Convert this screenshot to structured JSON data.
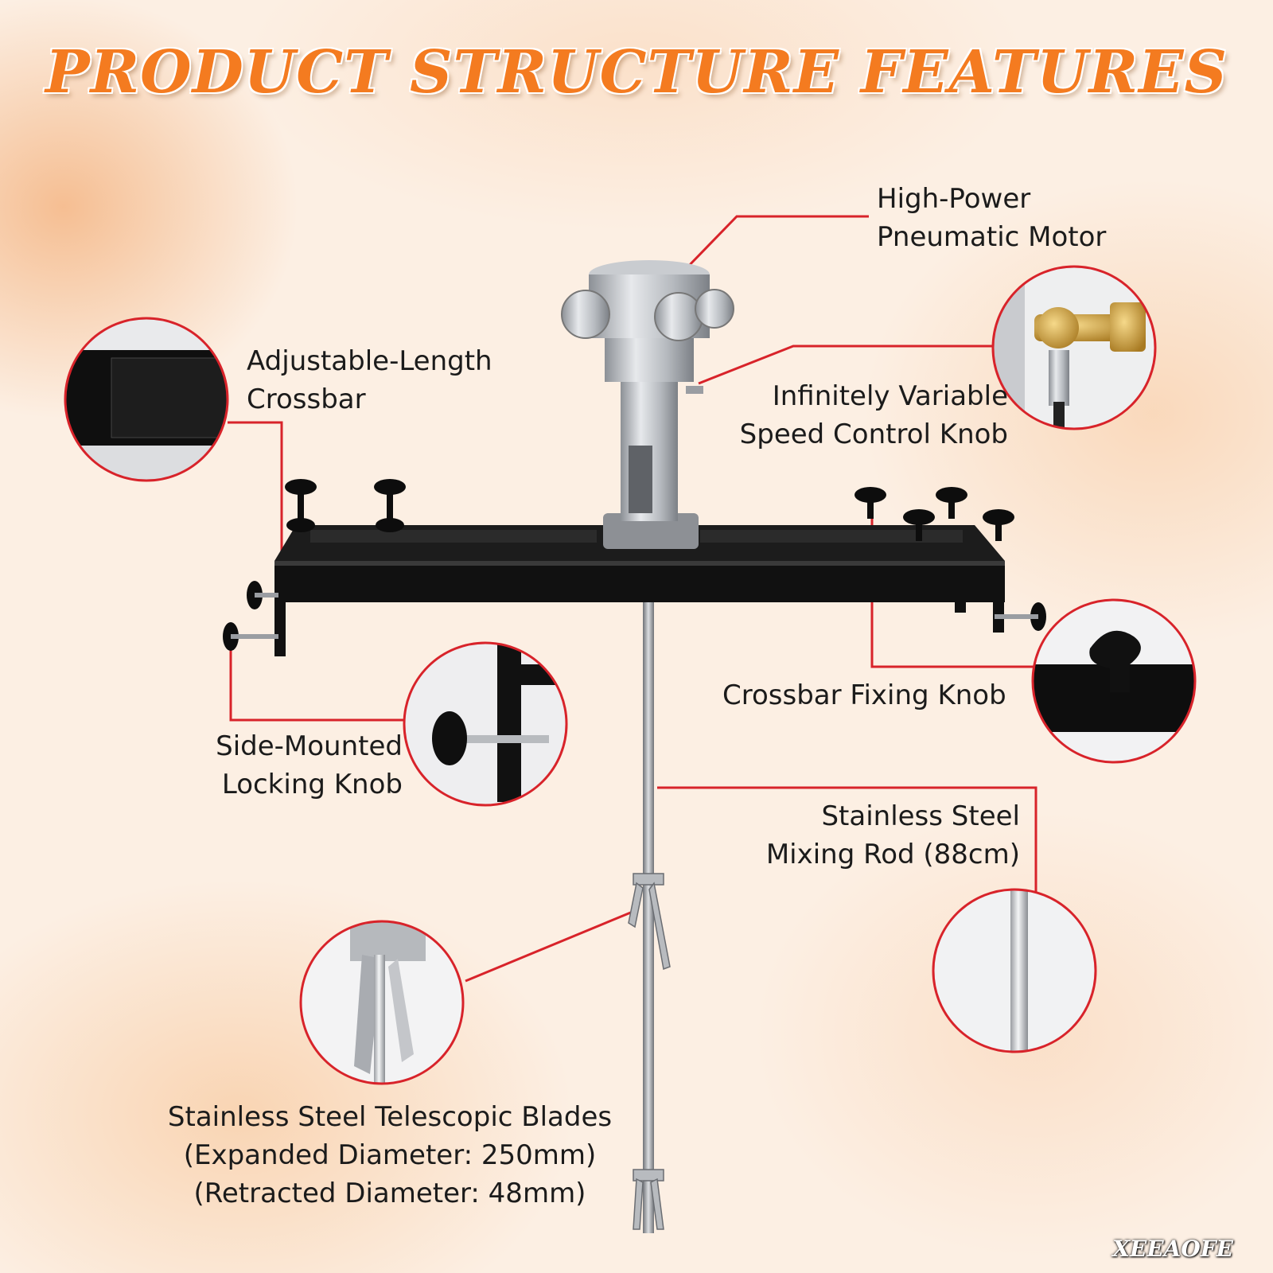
{
  "title": "PRODUCT STRUCTURE FEATURES",
  "brand": "XEEAOFE",
  "colors": {
    "title": "#f47b20",
    "callout": "#d8232a",
    "background": "#fcefe3"
  },
  "labels": {
    "motor": [
      "High-Power",
      "Pneumatic Motor"
    ],
    "speed": [
      "Infinitely Variable",
      "Speed Control Knob"
    ],
    "crossbar": [
      "Adjustable-Length",
      "Crossbar"
    ],
    "fixing": "Crossbar Fixing Knob",
    "side": [
      "Side-Mounted",
      "Locking Knob"
    ],
    "rod": [
      "Stainless Steel",
      "Mixing Rod (88cm)"
    ],
    "blades": [
      "Stainless Steel Telescopic Blades",
      "(Expanded Diameter: 250mm)",
      "(Retracted Diameter: 48mm)"
    ]
  }
}
